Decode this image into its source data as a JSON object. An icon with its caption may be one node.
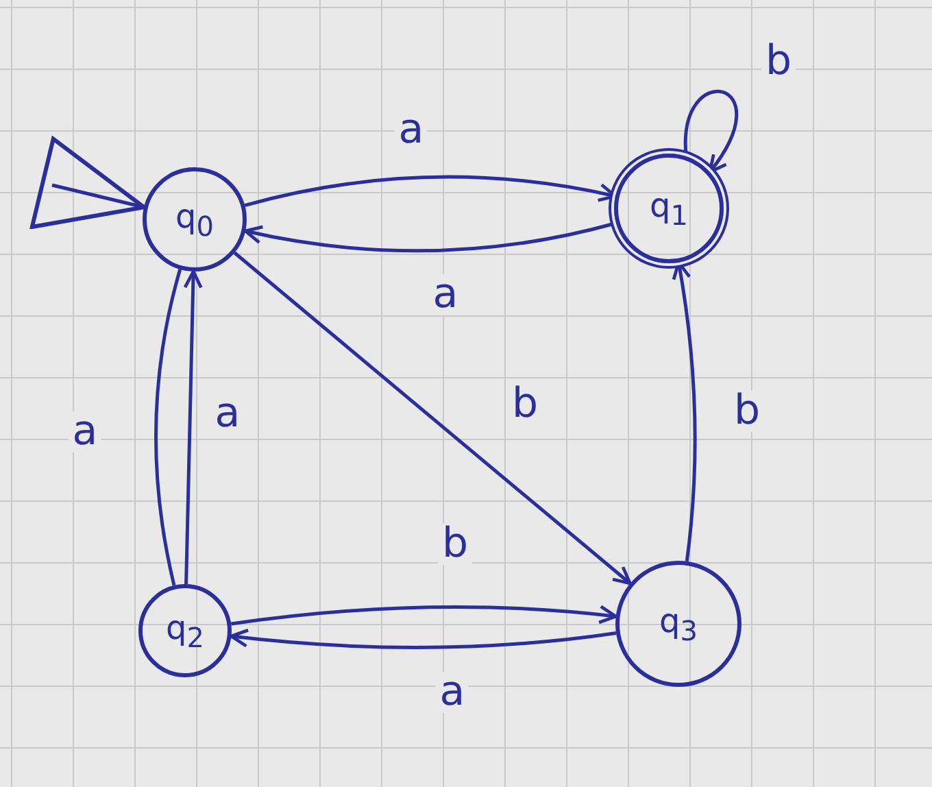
{
  "diagram": {
    "nodes": [
      {
        "text": [
          "q$_{0}$"
        ]
      },
      {
        "text": [
          "q$_{1}$"
        ]
      },
      {
        "text": [
          "q$_{2}$"
        ]
      },
      {
        "text": [
          "q$_{3}$"
        ]
      }
    ],
    "edges": [
      {
        "from": null,
        "to": 0,
        "arrow": "to"
      },
      {
        "from": 0,
        "to": 1,
        "arrow": "to",
        "label": "a"
      },
      {
        "from": 1,
        "to": 0,
        "arrow": "to",
        "label": "a"
      },
      {
        "from": 1,
        "to": 1,
        "arrow": "to",
        "label": "b"
      },
      {
        "from": 0,
        "to": 3,
        "arrow": "to",
        "label": "b"
      },
      {
        "from": 3,
        "to": 1,
        "arrow": "to",
        "label": "b"
      },
      {
        "from": 0,
        "to": 2,
        "arrow": "none",
        "label": "a"
      },
      {
        "from": 2,
        "to": 0,
        "arrow": "to",
        "label": "a"
      },
      {
        "from": 2,
        "to": 3,
        "arrow": "to",
        "label": "b"
      },
      {
        "from": 3,
        "to": 2,
        "arrow": "to",
        "label": "a"
      }
    ]
  }
}
